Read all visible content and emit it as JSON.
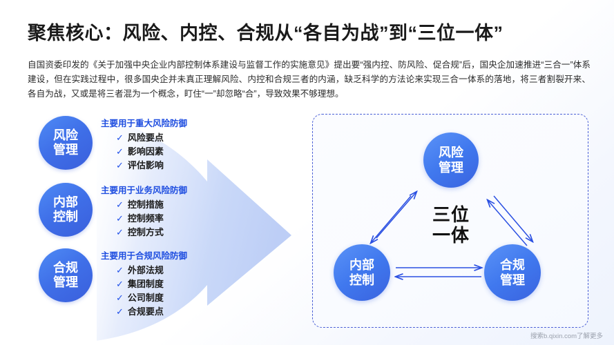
{
  "header": {
    "title": "聚焦核心：风险、内控、合规从“各自为战”到“三位一体”",
    "paragraph": "自国资委印发的《关于加强中央企业内部控制体系建设与监督工作的实施意见》提出要“强内控、防风险、促合规”后，国央企加速推进“三合一”体系建设，但在实践过程中，很多国央企并未真正理解风险、内控和合规三者的内涵，缺乏科学的方法论来实现三合一体系的落地，将三者割裂开来、各自为战，又或是将三者混为一个概念，盯住“一”却忽略“合”，导致效果不够理想。"
  },
  "pillars": [
    {
      "circle_line1": "风险",
      "circle_line2": "管理",
      "heading": "主要用于重大风险防御",
      "items": [
        "风险要点",
        "影响因素",
        "评估影响"
      ]
    },
    {
      "circle_line1": "内部",
      "circle_line2": "控制",
      "heading": "主要用于业务风险防御",
      "items": [
        "控制措施",
        "控制频率",
        "控制方式"
      ]
    },
    {
      "circle_line1": "合规",
      "circle_line2": "管理",
      "heading": "主要用于合规风险防御",
      "items": [
        "外部法规",
        "集团制度",
        "公司制度",
        "合规要点"
      ]
    }
  ],
  "triad": {
    "center_line1": "三位",
    "center_line2": "一体",
    "nodes": [
      {
        "name": "risk",
        "line1": "风险",
        "line2": "管理"
      },
      {
        "name": "internal-control",
        "line1": "内部",
        "line2": "控制"
      },
      {
        "name": "compliance",
        "line1": "合规",
        "line2": "管理"
      }
    ]
  },
  "tick_glyph": "✓",
  "watermark": "搜索b.qixin.com了解更多",
  "colors": {
    "accent_blue": "#1f4ee0",
    "arrow_blue": "#2b50e2",
    "circle_blue": "#4078ee",
    "title_black": "#1a1a1a",
    "panel_border": "#4a5fd6"
  }
}
